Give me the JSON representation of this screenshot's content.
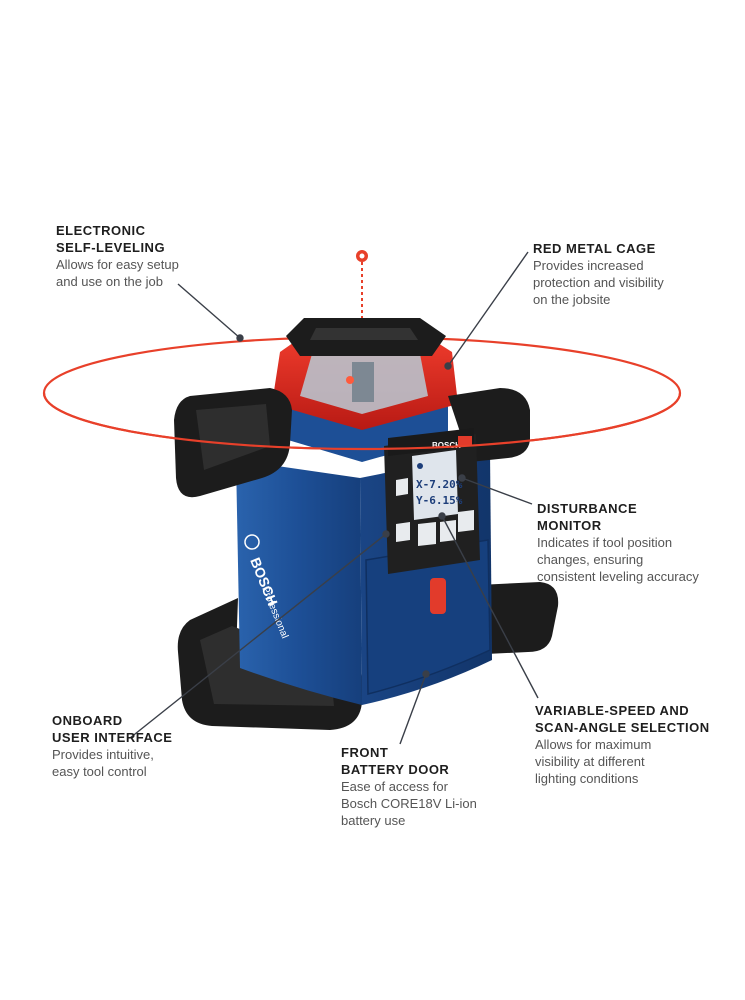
{
  "colors": {
    "brand_blue": "#1b4f95",
    "cage_red": "#d8241c",
    "laser_red": "#e8402a",
    "bumper_black": "#1c1c1c",
    "leader_line": "#3a3f48"
  },
  "callouts": {
    "self_leveling": {
      "title": "ELECTRONIC\nSELF-LEVELING",
      "desc": "Allows for easy setup\nand use on the job"
    },
    "red_cage": {
      "title": "RED METAL CAGE",
      "desc": "Provides increased\nprotection and visibility\non the jobsite"
    },
    "disturbance": {
      "title": "DISTURBANCE\nMONITOR",
      "desc": "Indicates if tool position\nchanges, ensuring\nconsistent leveling accuracy"
    },
    "user_interface": {
      "title": "ONBOARD\nUSER INTERFACE",
      "desc": "Provides intuitive,\neasy tool control"
    },
    "battery_door": {
      "title": "FRONT\nBATTERY DOOR",
      "desc": "Ease of access for\nBosch CORE18V Li-ion\nbattery use"
    },
    "variable_speed": {
      "title": "VARIABLE-SPEED AND\nSCAN-ANGLE SELECTION",
      "desc": "Allows for maximum\nvisibility at different\nlighting conditions"
    }
  },
  "device": {
    "brand": "BOSCH",
    "series": "Professional",
    "display_x": "X-7.20%",
    "display_y": "Y-6.15%"
  }
}
